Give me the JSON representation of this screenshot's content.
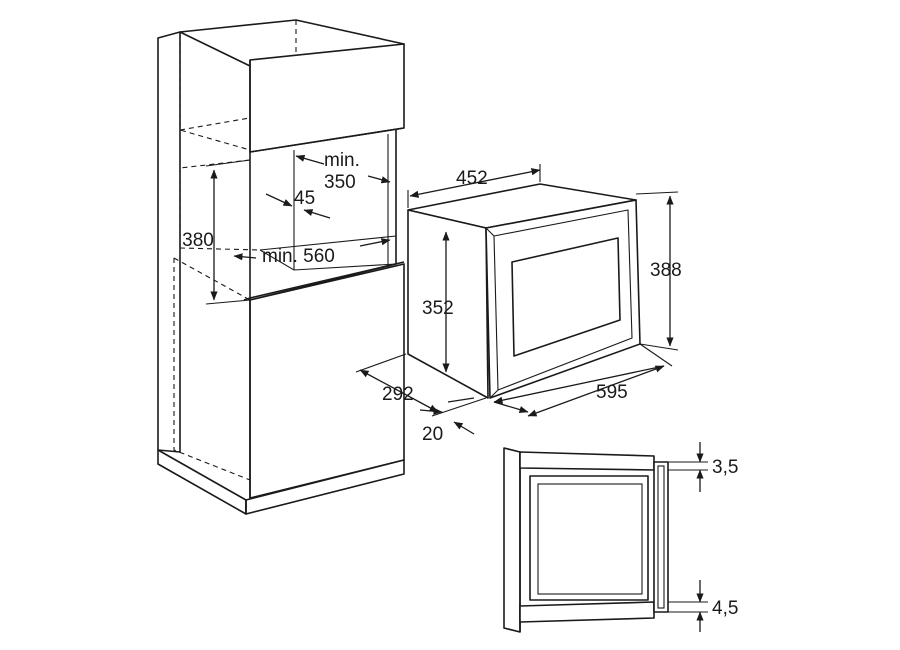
{
  "labels": {
    "min_label_top": "min.",
    "width_350": "350",
    "depth_45": "45",
    "height_380": "380",
    "width_560": "min. 560",
    "unit_depth_452": "452",
    "unit_height_352": "352",
    "unit_height_388": "388",
    "unit_depth_292": "292",
    "unit_width_595": "595",
    "frame_offset_20": "20",
    "gap_top_35": "3,5",
    "gap_bottom_45": "4,5"
  },
  "colors": {
    "line": "#1a1a1a",
    "background": "#ffffff"
  }
}
